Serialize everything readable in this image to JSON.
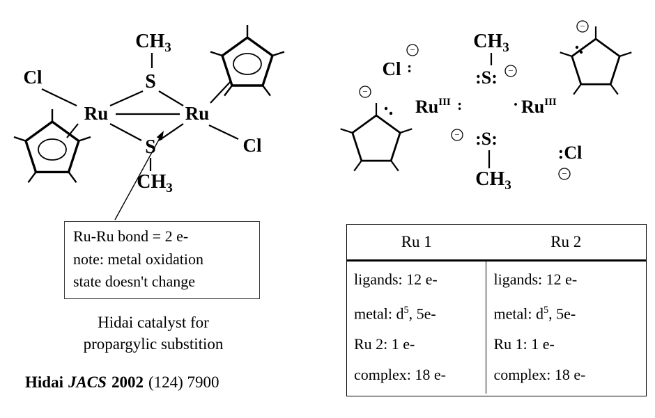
{
  "left_structure": {
    "ch3_top": {
      "main": "CH",
      "sub": "3"
    },
    "ch3_bottom": {
      "main": "CH",
      "sub": "3"
    },
    "s_top": "S",
    "s_bottom": "S",
    "ru_left": "Ru",
    "ru_right": "Ru",
    "cl_left": "Cl",
    "cl_right": "Cl"
  },
  "right_structure": {
    "ch3_top": {
      "main": "CH",
      "sub": "3"
    },
    "ch3_bottom": {
      "main": "CH",
      "sub": "3"
    },
    "s_top": ":S:",
    "s_bottom": ":S:",
    "ru_left": {
      "main": "Ru",
      "sup": "III"
    },
    "ru_right": {
      "main": "Ru",
      "sup": "III"
    },
    "ru_left_dot": ":",
    "ru_right_dot": "·",
    "cl_top": "Cl",
    "cl_top_lp": ":",
    "cl_bottom": ":Cl",
    "charge": "−"
  },
  "annotation_box": {
    "line1": "Ru-Ru bond = 2 e-",
    "line2": "note: metal oxidation",
    "line3": "state doesn't change"
  },
  "caption": {
    "line1": "Hidai catalyst for",
    "line2": "propargylic substition"
  },
  "citation": {
    "author": "Hidai",
    "journal": "JACS",
    "year": "2002",
    "rest": "(124) 7900"
  },
  "table": {
    "headers": [
      "Ru 1",
      "Ru 2"
    ],
    "col1": {
      "row1": "ligands: 12 e-",
      "row2_a": "metal: d",
      "row2_sup": "5",
      "row2_b": ", 5e-",
      "row3": "Ru 2: 1 e-",
      "row4": "complex: 18 e-"
    },
    "col2": {
      "row1": "ligands: 12 e-",
      "row2_a": "metal: d",
      "row2_sup": "5",
      "row2_b": ", 5e-",
      "row3": "Ru 1: 1 e-",
      "row4": "complex: 18 e-"
    }
  }
}
